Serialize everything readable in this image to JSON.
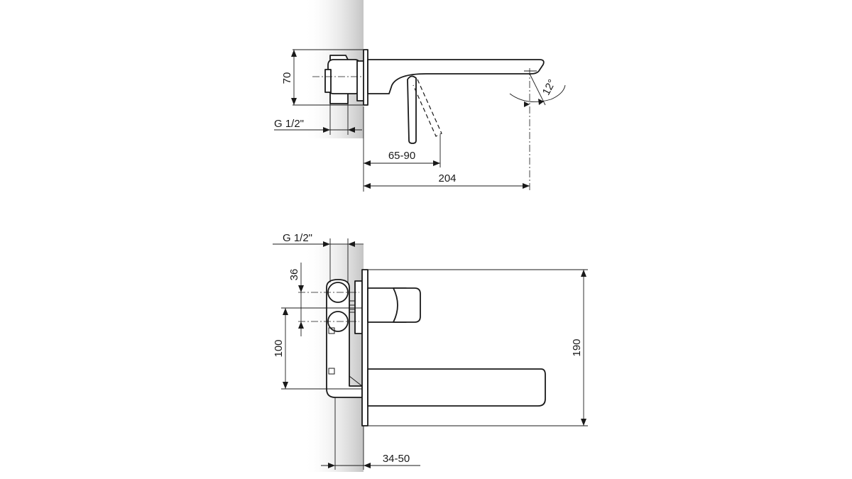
{
  "side_view": {
    "dim_height": "70",
    "dim_thread": "G 1/2\"",
    "dim_angle": "12°",
    "dim_depth": "65-90",
    "dim_reach": "204"
  },
  "front_view": {
    "dim_thread": "G 1/2\"",
    "dim_spacing": "36",
    "dim_lower": "100",
    "dim_height": "190",
    "dim_depth": "34-50"
  },
  "colors": {
    "wall_shade": "#c8c8c8",
    "line": "#1a1a1a"
  }
}
